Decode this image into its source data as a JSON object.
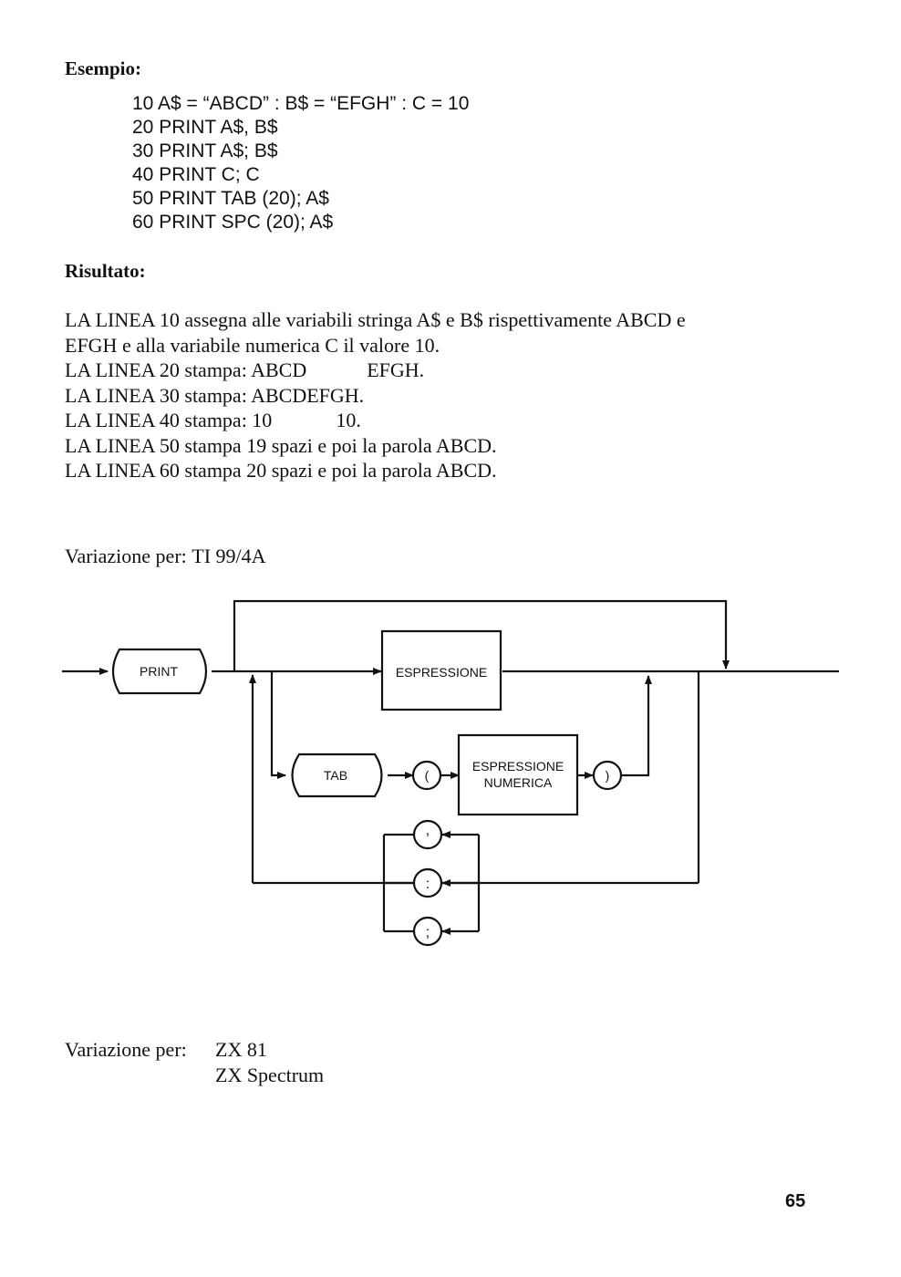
{
  "esempio": {
    "heading": "Esempio:",
    "code": [
      "10 A$ = “ABCD” : B$ = “EFGH” : C = 10",
      "20 PRINT A$, B$",
      "30 PRINT A$; B$",
      "40 PRINT C; C",
      "50 PRINT TAB (20); A$",
      "60 PRINT SPC (20); A$"
    ]
  },
  "risultato": {
    "heading": "Risultato:",
    "paragraph": [
      "LA LINEA 10 assegna alle variabili stringa A$ e B$ rispettivamente ABCD e",
      "EFGH e alla variabile numerica C il valore 10."
    ],
    "line20": {
      "prefix": "LA LINEA 20 stampa: ABCD",
      "suffix": "EFGH."
    },
    "line30": "LA LINEA 30 stampa: ABCDEFGH.",
    "line40": {
      "prefix": "LA LINEA 40 stampa: 10",
      "suffix": "10."
    },
    "line50": "LA LINEA 50 stampa 19 spazi e poi la parola ABCD.",
    "line60": "LA LINEA 60 stampa 20 spazi e poi la parola ABCD."
  },
  "variation1": {
    "label": "Variazione per:",
    "system": "TI 99/4A"
  },
  "diagram": {
    "print": "PRINT",
    "espressione": "ESPRESSIONE",
    "tab": "TAB",
    "paren_open": "(",
    "espressione_numerica_1": "ESPRESSIONE",
    "espressione_numerica_2": "NUMERICA",
    "paren_close": ")",
    "comma": ",",
    "colon": ":",
    "semicolon": ";"
  },
  "variation2": {
    "label": "Variazione per:",
    "systems": [
      "ZX 81",
      "ZX Spectrum"
    ]
  },
  "page_number": "65"
}
